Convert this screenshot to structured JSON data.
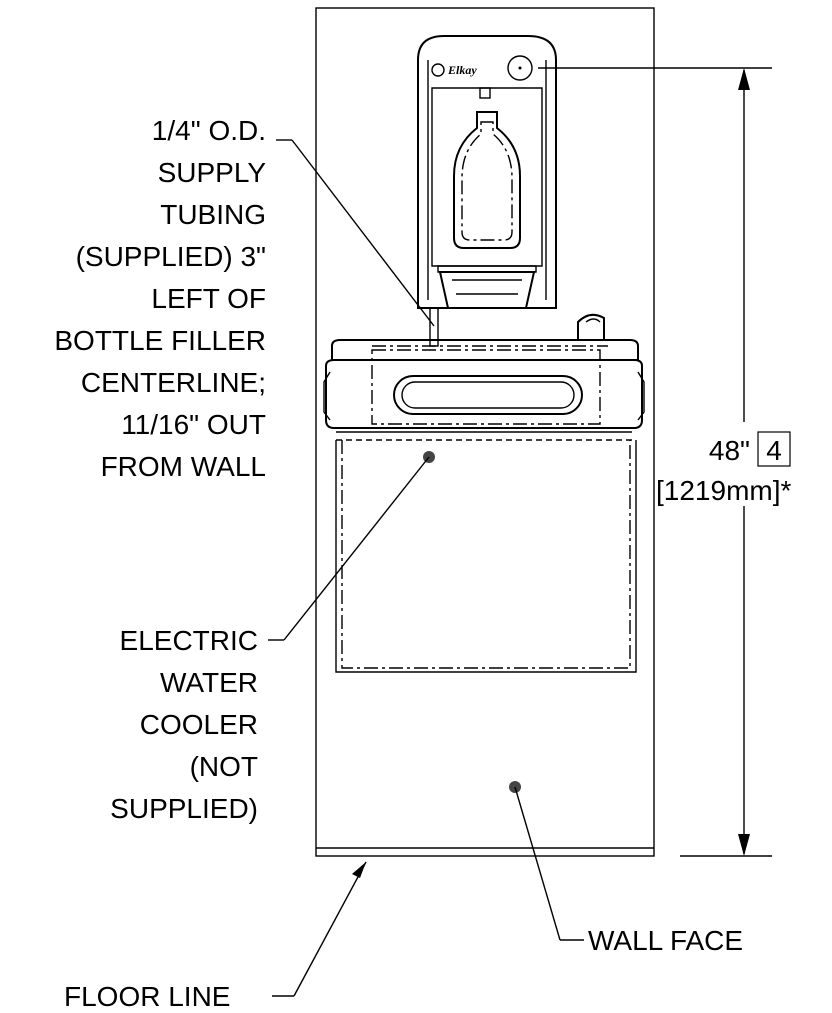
{
  "callouts": {
    "supply_tubing": [
      "1/4\" O.D.",
      "SUPPLY",
      "TUBING",
      "(SUPPLIED) 3\"",
      "LEFT OF",
      "BOTTLE FILLER",
      "CENTERLINE;",
      "11/16\" OUT",
      "FROM WALL"
    ],
    "cooler": [
      "ELECTRIC",
      "WATER",
      "COOLER",
      "(NOT",
      "SUPPLIED)"
    ],
    "wall_face": "WALL FACE",
    "floor_line": "FLOOR LINE"
  },
  "dimension": {
    "value": "48\"",
    "note_box": "4",
    "metric": "[1219mm]*"
  },
  "brand_mark": "Elkay"
}
